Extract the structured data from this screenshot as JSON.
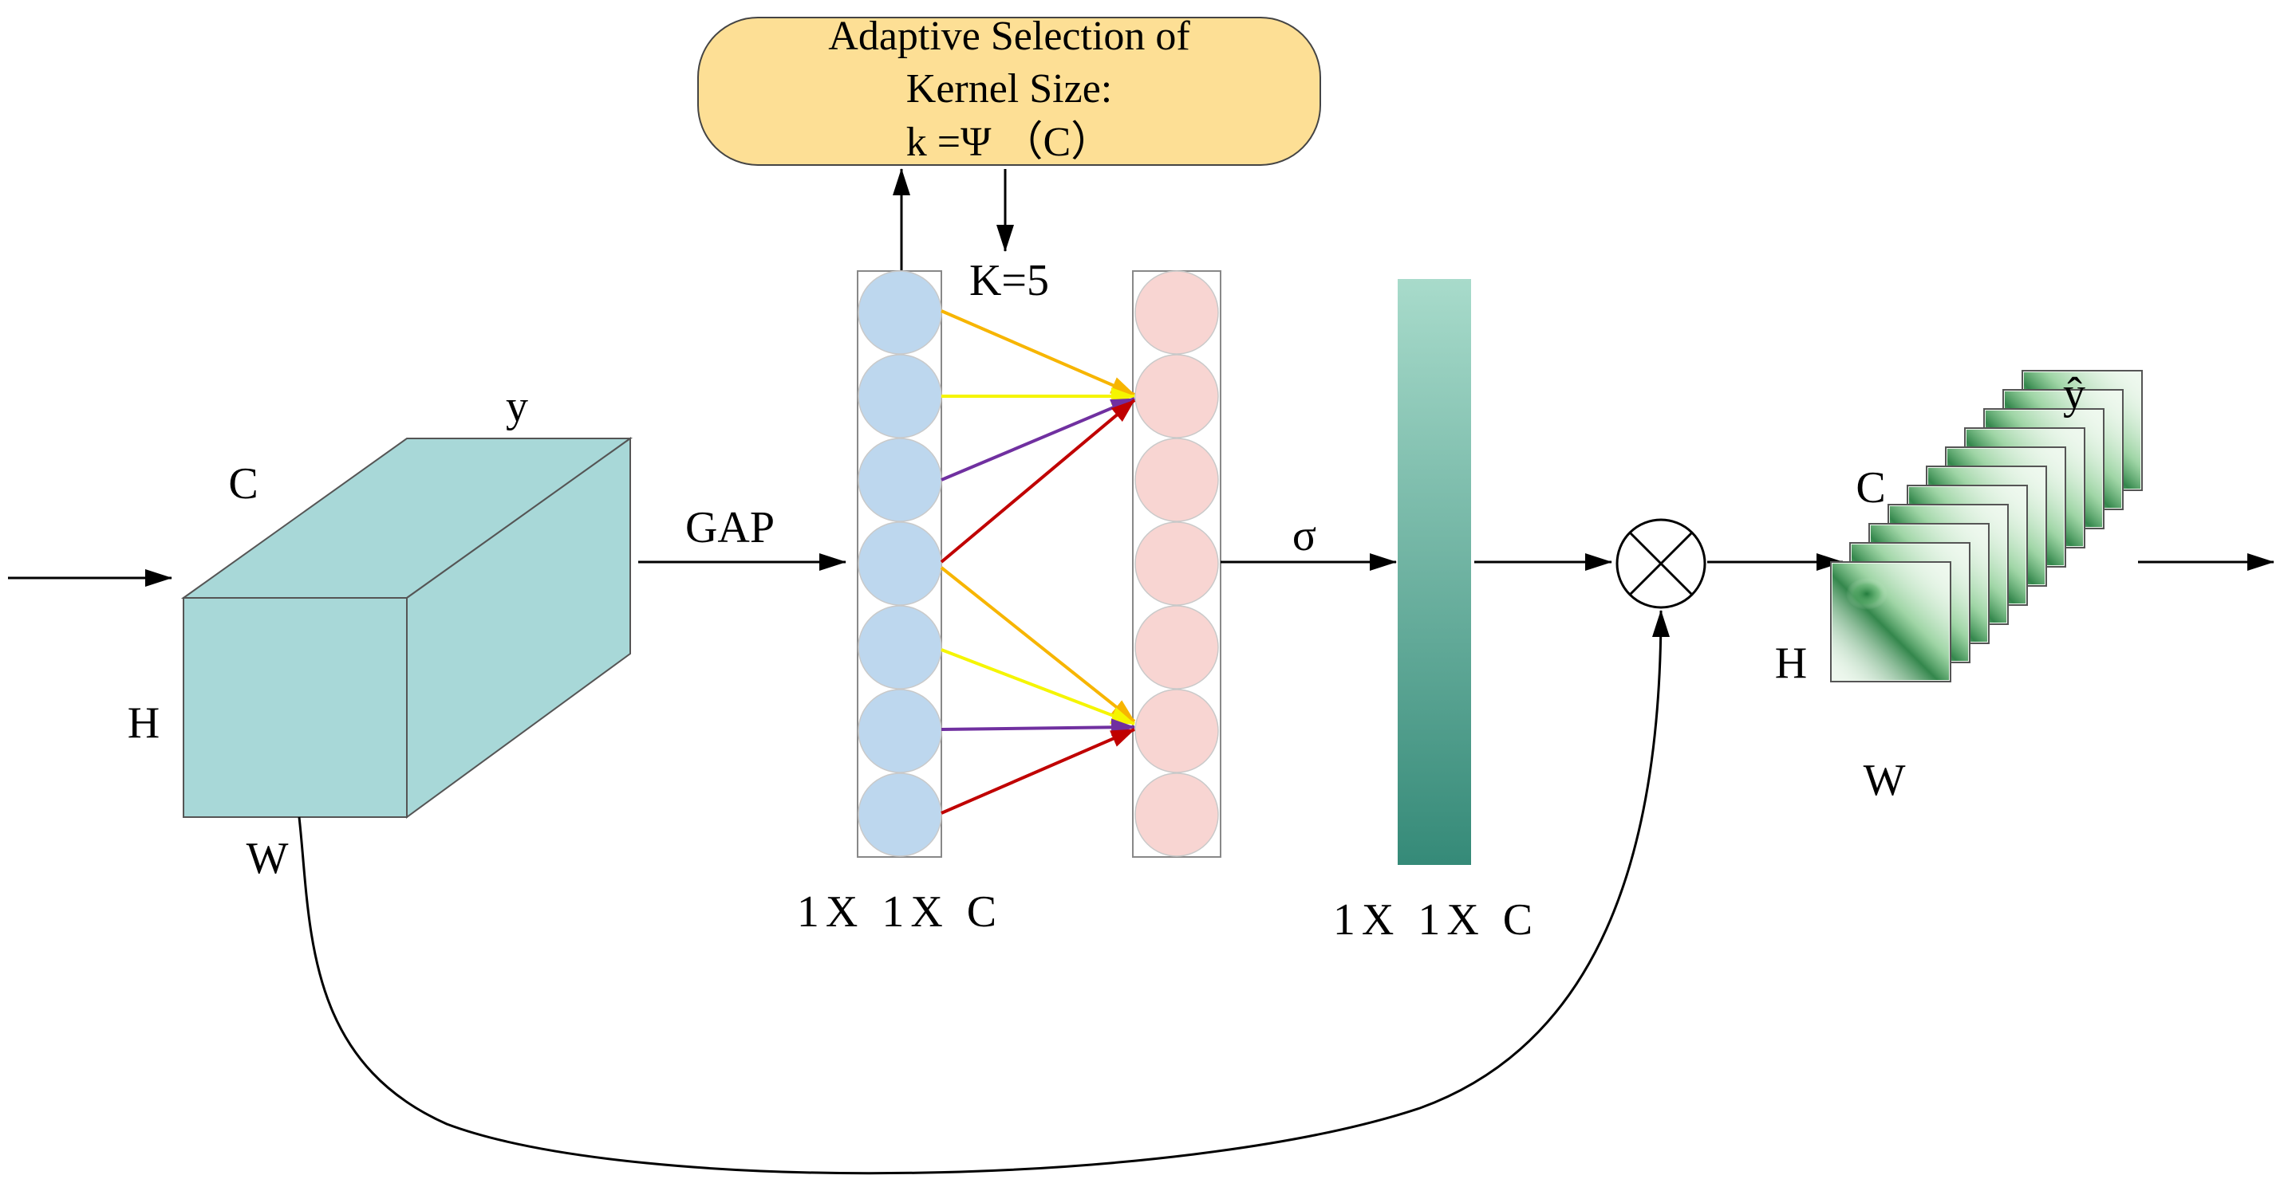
{
  "kernel_box": {
    "line1": "Adaptive Selection of",
    "line2": "Kernel Size:",
    "line3": "k =Ψ （C）",
    "fill": "#fddf95"
  },
  "labels": {
    "k_value": "K=5",
    "gap": "GAP",
    "sigma": "σ",
    "input_c": "C",
    "input_y": "y",
    "input_h": "H",
    "input_w": "W",
    "left_dims": "1X 1X C",
    "right_dims": "1X 1X C",
    "output_c": "C",
    "output_y": "ŷ",
    "output_h": "H",
    "output_w": "W"
  },
  "colors": {
    "cube": "#a8d8d8",
    "blue_node": "#bdd7ee",
    "pink_node": "#f8d5d2",
    "bar_top": "#a8dbcb",
    "bar_bottom": "#358a78",
    "orange": "#f7b500",
    "yellow": "#f5f500",
    "purple": "#7030a0",
    "red": "#c00000",
    "map_green": "#2e8b57"
  },
  "node_columns": {
    "left_count": 7,
    "right_count": 7
  },
  "feature_stack": {
    "map_count": 11
  }
}
